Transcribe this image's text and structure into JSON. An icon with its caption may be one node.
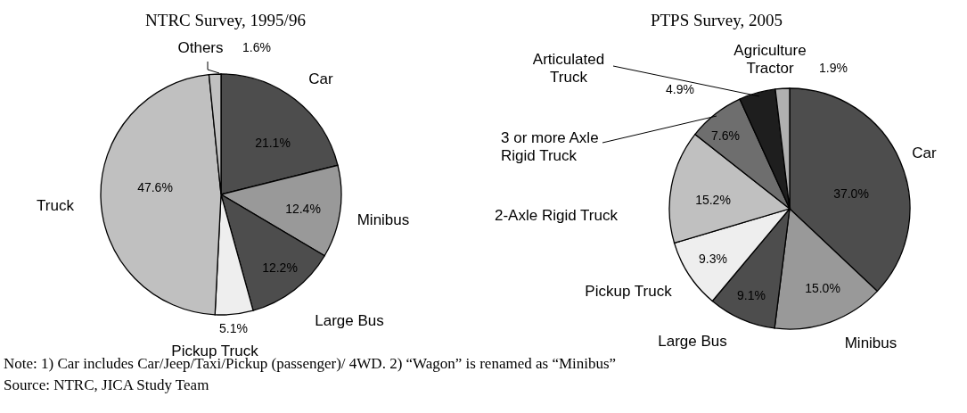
{
  "diagram": {
    "labels": [
      "Note: 1) Car includes Car/Jeep/Taxi/Pickup (passenger)/ 4WD. 2) “Wagon” is renamed as “Minibus”",
      "Source: NTRC, JICA Study Team"
    ],
    "chart_data": [
      {
        "type": "pie",
        "title": "NTRC Survey, 1995/96",
        "categories": [
          "Car",
          "Minibus",
          "Large Bus",
          "Pickup Truck",
          "Truck",
          "Others"
        ],
        "series": [
          {
            "values": [
              21.1,
              12.4,
              12.2,
              5.1,
              47.6,
              1.6
            ],
            "colors": [
              "#4d4d4d",
              "#999999",
              "#4d4d4d",
              "#eeeeee",
              "#c0c0c0",
              "#c0c0c0"
            ]
          }
        ],
        "value_labels": [
          "21.1%",
          "12.4%",
          "12.2%",
          "5.1%",
          "47.6%",
          "1.6%"
        ]
      },
      {
        "type": "pie",
        "title": "PTPS Survey, 2005",
        "categories": [
          "Car",
          "Minibus",
          "Large Bus",
          "Pickup Truck",
          "2-Axle Rigid Truck",
          "3 or more Axle Rigid Truck",
          "Articulated Truck",
          "Agriculture Tractor"
        ],
        "series": [
          {
            "values": [
              37.0,
              15.0,
              9.1,
              9.3,
              15.2,
              7.6,
              4.9,
              1.9
            ],
            "colors": [
              "#4d4d4d",
              "#999999",
              "#4d4d4d",
              "#eeeeee",
              "#c0c0c0",
              "#6e6e6e",
              "#1e1e1e",
              "#b0b0b0"
            ]
          }
        ],
        "value_labels": [
          "37.0%",
          "15.0%",
          "9.1%",
          "9.3%",
          "15.2%",
          "7.6%",
          "4.9%",
          "1.9%"
        ]
      }
    ]
  }
}
